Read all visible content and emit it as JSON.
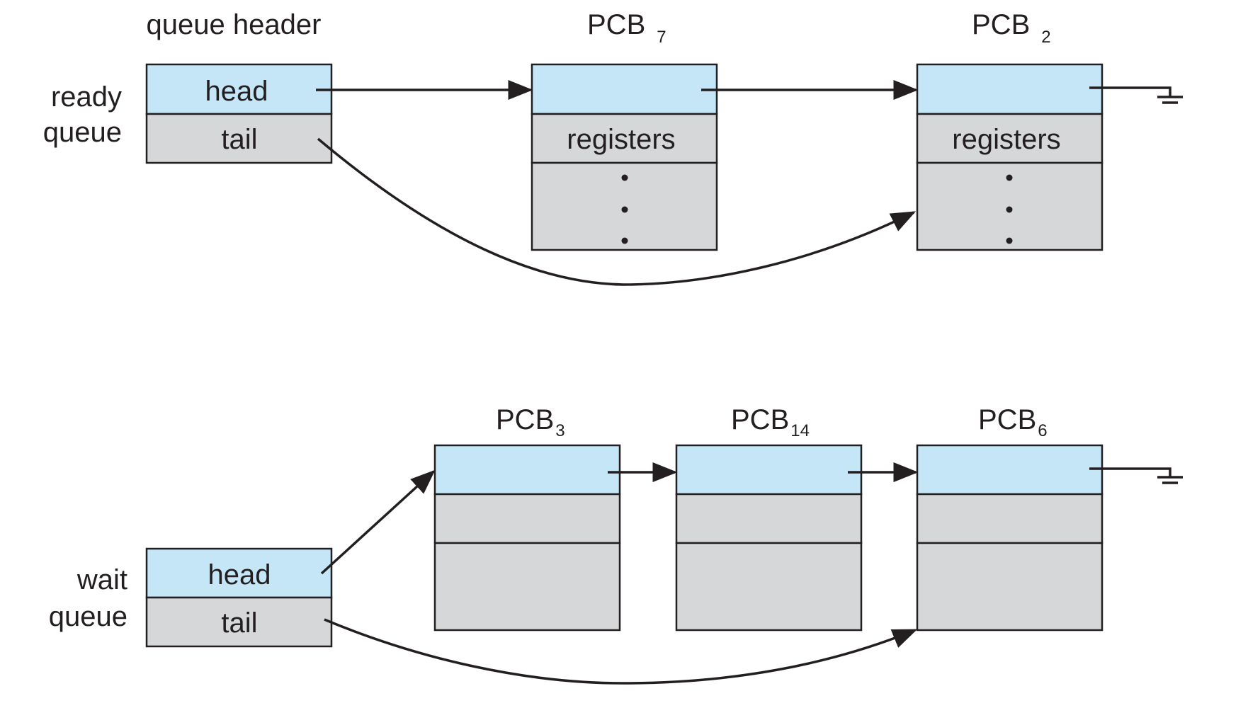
{
  "labels": {
    "queue_header": "queue header",
    "ready_queue_line1": "ready",
    "ready_queue_line2": "queue",
    "wait_queue_line1": "wait",
    "wait_queue_line2": "queue",
    "head": "head",
    "tail": "tail",
    "registers": "registers"
  },
  "pcbs": {
    "pcb7": {
      "name": "PCB",
      "sub": "7"
    },
    "pcb2": {
      "name": "PCB",
      "sub": "2"
    },
    "pcb3": {
      "name": "PCB",
      "sub": "3"
    },
    "pcb14": {
      "name": "PCB",
      "sub": "14"
    },
    "pcb6": {
      "name": "PCB",
      "sub": "6"
    }
  },
  "colors": {
    "pointer_field": "#c4e6f7",
    "data_field": "#d6d7d9",
    "stroke": "#231f20"
  }
}
